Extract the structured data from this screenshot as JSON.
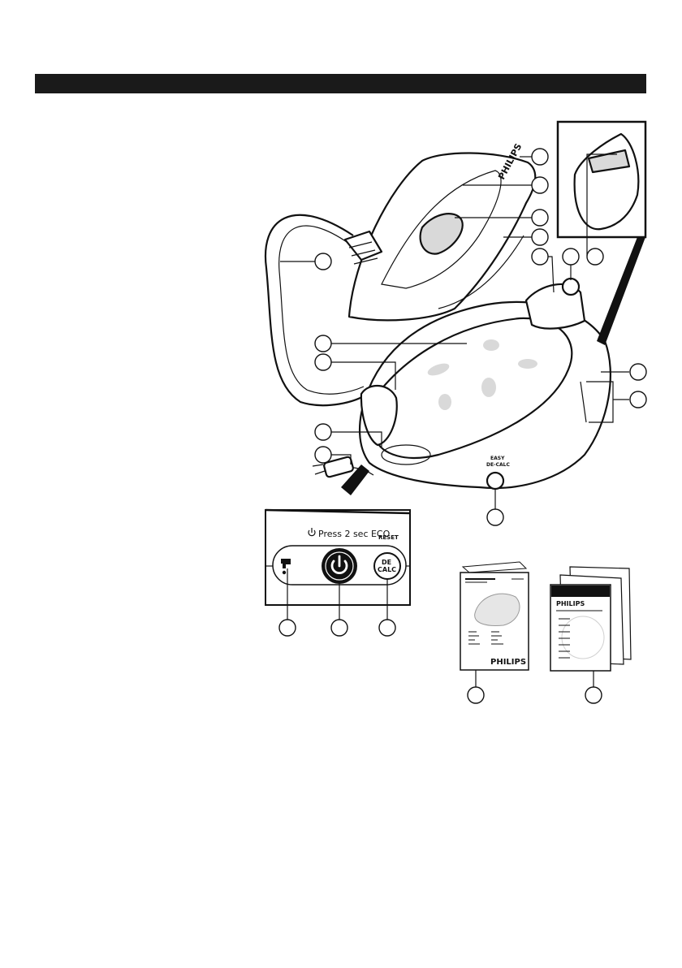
{
  "colors": {
    "ink": "#111111",
    "header": "#1a1a1a",
    "fill_gray": "#d9d9d9",
    "background": "#ffffff"
  },
  "iron": {
    "brand_label": "PHILIPS"
  },
  "base": {
    "knob_label_line1": "EASY",
    "knob_label_line2": "DE-CALC"
  },
  "control_panel": {
    "eco_label": "Press 2 sec ECO",
    "reset_label": "RESET",
    "decalc_line1": "DE",
    "decalc_line2": "CALC",
    "icons": [
      "water-tap-icon",
      "power-icon"
    ]
  },
  "booklets": {
    "user_manual_brand": "PHILIPS",
    "guarantee_brand": "PHILIPS"
  }
}
